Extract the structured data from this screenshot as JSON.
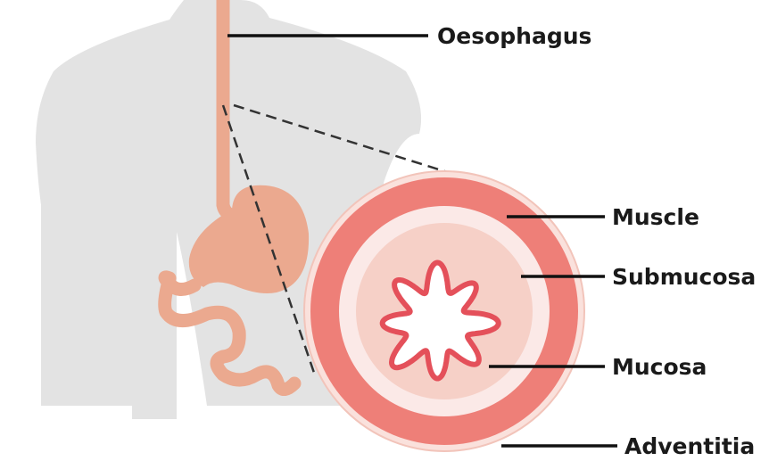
{
  "labels": {
    "oesophagus": "Oesophagus",
    "muscle": "Muscle",
    "submucosa": "Submucosa",
    "mucosa": "Mucosa",
    "adventitia": "Adventitia"
  },
  "colors": {
    "body_silhouette": "#e3e3e3",
    "digestive_tract": "#eba98f",
    "adventitia_ring": "#fae1dc",
    "adventitia_edge": "#f2c4ba",
    "muscle_layer": "#ee7f78",
    "submucosa_layer": "#fbe9e7",
    "mucosa_layer": "#f6d0c7",
    "lumen_outline": "#e4505a",
    "leader_line": "#111111",
    "zoom_dash": "#333333"
  }
}
